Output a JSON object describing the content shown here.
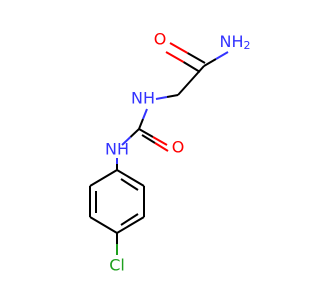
{
  "molecule": {
    "atoms": {
      "amide_oxygen": {
        "label": "O",
        "color": "#ff0000"
      },
      "amide_nitrogen": {
        "label": "NH",
        "subscript": "2",
        "color": "#3333ff"
      },
      "glycine_nitrogen": {
        "label": "NH",
        "color": "#3333ff"
      },
      "urea_oxygen": {
        "label": "O",
        "color": "#ff0000"
      },
      "aryl_nitrogen": {
        "label": "NH",
        "color": "#3333ff"
      },
      "chlorine": {
        "label": "Cl",
        "color": "#1fa01f"
      }
    },
    "bond_color": "#000000"
  }
}
